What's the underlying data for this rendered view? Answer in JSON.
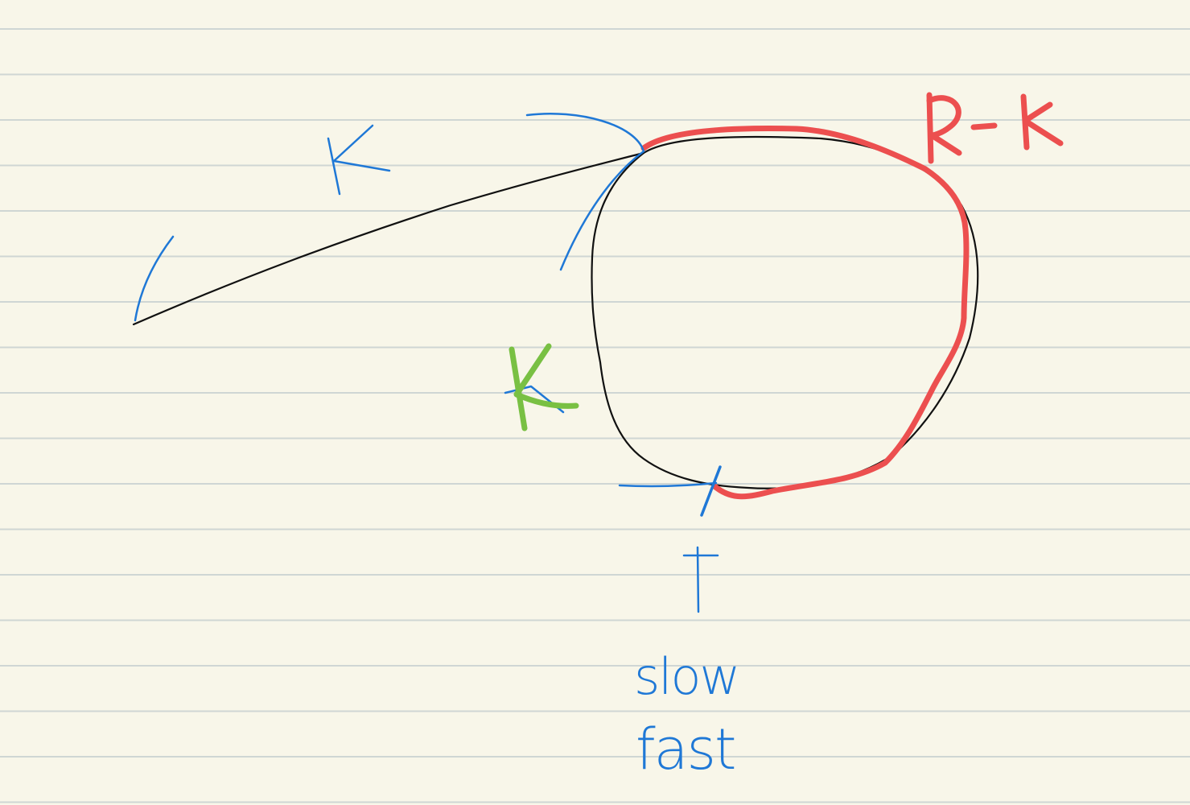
{
  "labels": {
    "k_tail": "K",
    "k_green": "K",
    "r_minus_k": "R-K",
    "slow": "slow",
    "fast": "fast"
  },
  "colors": {
    "paper": "#f8f6e9",
    "rule_line": "#cfd6d4",
    "black_ink": "#111111",
    "blue_ink": "#1f78d6",
    "red_ink": "#ec4f4f",
    "green_ink": "#79c043"
  }
}
